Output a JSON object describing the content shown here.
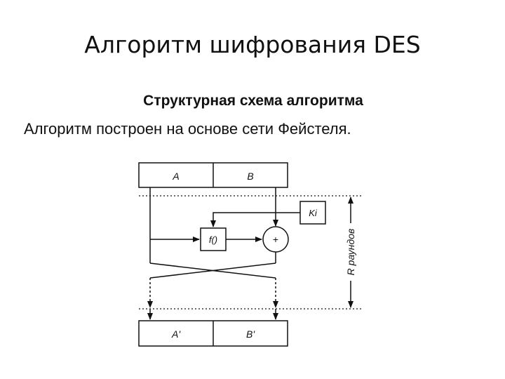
{
  "slide": {
    "title": "Алгоритм шифрования DES",
    "subtitle": "Структурная схема алгоритма",
    "description": "Алгоритм построен на основе сети Фейстеля."
  },
  "diagram": {
    "top_block": {
      "left": "A",
      "right": "B"
    },
    "bottom_block": {
      "left": "A'",
      "right": "B'"
    },
    "key": "Ki",
    "function": "f()",
    "xor": "+",
    "rounds_label": "R раундов"
  }
}
